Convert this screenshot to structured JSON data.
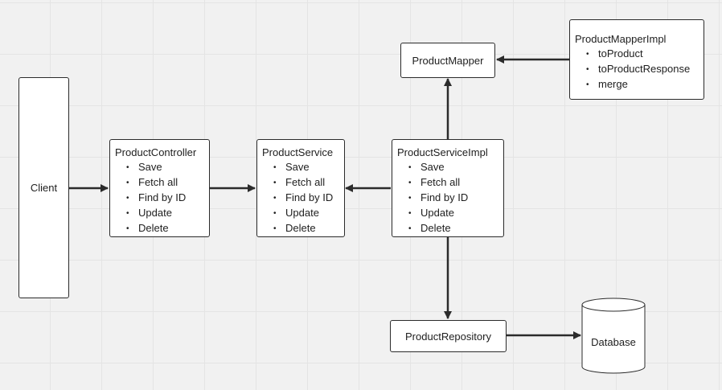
{
  "diagram": {
    "client": "Client",
    "product_controller": {
      "title": "ProductController",
      "items": [
        "Save",
        "Fetch all",
        "Find by ID",
        "Update",
        "Delete"
      ]
    },
    "product_service": {
      "title": "ProductService",
      "items": [
        "Save",
        "Fetch all",
        "Find by ID",
        "Update",
        "Delete"
      ]
    },
    "product_service_impl": {
      "title": "ProductServiceImpl",
      "items": [
        "Save",
        "Fetch all",
        "Find by ID",
        "Update",
        "Delete"
      ]
    },
    "product_mapper": "ProductMapper",
    "product_mapper_impl": {
      "title": "ProductMapperImpl",
      "items": [
        "toProduct",
        "toProductResponse",
        "merge"
      ]
    },
    "product_repository": "ProductRepository",
    "database": "Database"
  },
  "colors": {
    "background": "#f1f1f1",
    "grid": "#e4e4e4",
    "stroke": "#2b2b2b",
    "box_fill": "#ffffff"
  }
}
